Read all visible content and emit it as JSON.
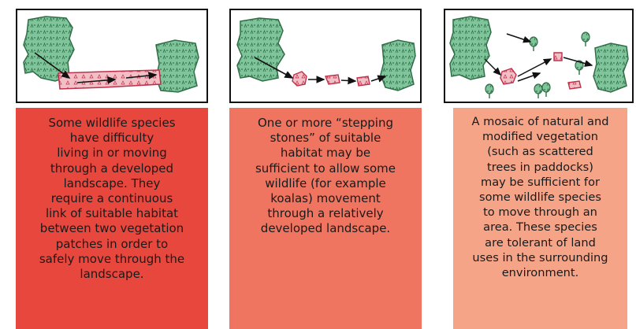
{
  "panels": [
    {
      "caption": "Some wildlife species\nhave difficulty\nliving in or moving\nthrough a developed\nlandscape. They\nrequire a continuous\nlink of suitable habitat\nbetween two vegetation\npatches in order to\nsafely move through the\nlandscape.",
      "caption_color": "#e8473e"
    },
    {
      "caption": "One or more “stepping\nstones” of suitable\nhabitat may be\nsufficient to allow some\nwildlife (for example\nkoalas) movement\nthrough a relatively\ndeveloped landscape.",
      "caption_color": "#ef7560"
    },
    {
      "caption": "A mosaic of natural and\nmodified vegetation\n(such as scattered\ntrees in paddocks)\nmay be sufficient for\nsome wildlife species\nto move through an\narea. These species\nare tolerant of land\nuses in the surrounding\nenvironment.",
      "caption_color": "#f5a488"
    }
  ],
  "colors": {
    "vegetation_fill": "#7fc49a",
    "vegetation_outline": "#2f6e46",
    "link_fill": "#f3bfc6",
    "link_outline": "#c0304a",
    "arrow": "#111111"
  }
}
